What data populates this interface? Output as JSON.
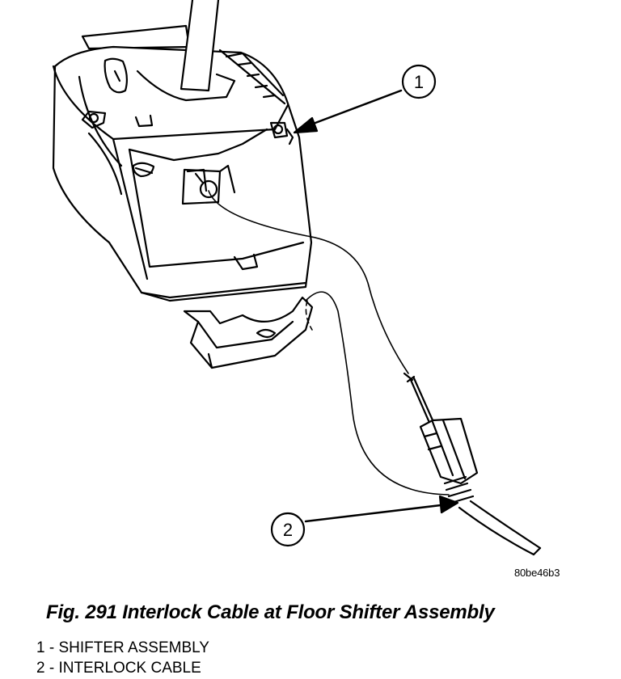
{
  "figure": {
    "callouts": [
      {
        "number": "1"
      },
      {
        "number": "2"
      }
    ],
    "code": "80be46b3",
    "caption": "Fig. 291 Interlock Cable at Floor Shifter Assembly"
  },
  "legend": {
    "items": [
      {
        "text": "1 - SHIFTER ASSEMBLY"
      },
      {
        "text": "2 - INTERLOCK CABLE"
      }
    ]
  }
}
